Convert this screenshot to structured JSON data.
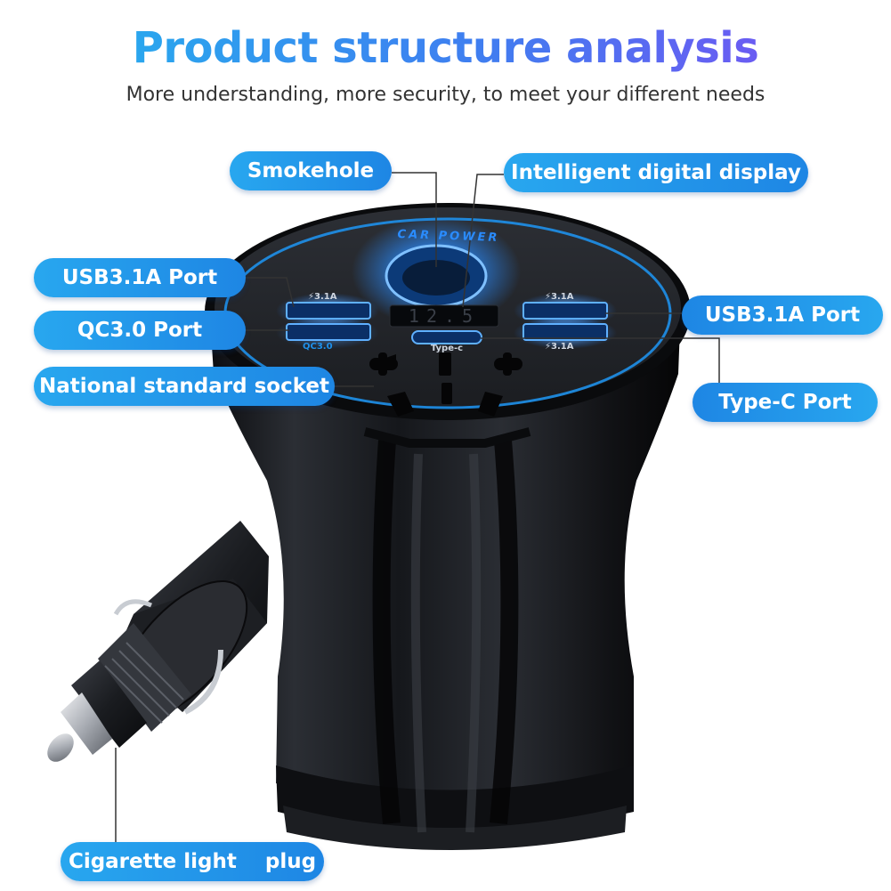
{
  "header": {
    "title": "Product structure analysis",
    "subtitle": "More understanding, more security, to meet your different needs"
  },
  "callouts": {
    "smokehole": "Smokehole",
    "display": "Intelligent digital display",
    "usb_left": "USB3.1A Port",
    "qc": "QC3.0 Port",
    "socket": "National standard socket",
    "usb_right": "USB3.1A Port",
    "typec": "Type-C Port",
    "plug": "Cigarette light    plug"
  },
  "device": {
    "brand_ring": "CAR POWER",
    "display_value": "12.5",
    "port_label_top_left": "⚡3.1A",
    "port_label_qc": "QC3.0",
    "port_label_top_right": "⚡3.1A",
    "port_label_bottom_right": "⚡3.1A",
    "typec_label": "Type-c"
  },
  "colors": {
    "accent": "#1e90ea",
    "glow": "#2a8cff",
    "body": "#1a1c20"
  }
}
